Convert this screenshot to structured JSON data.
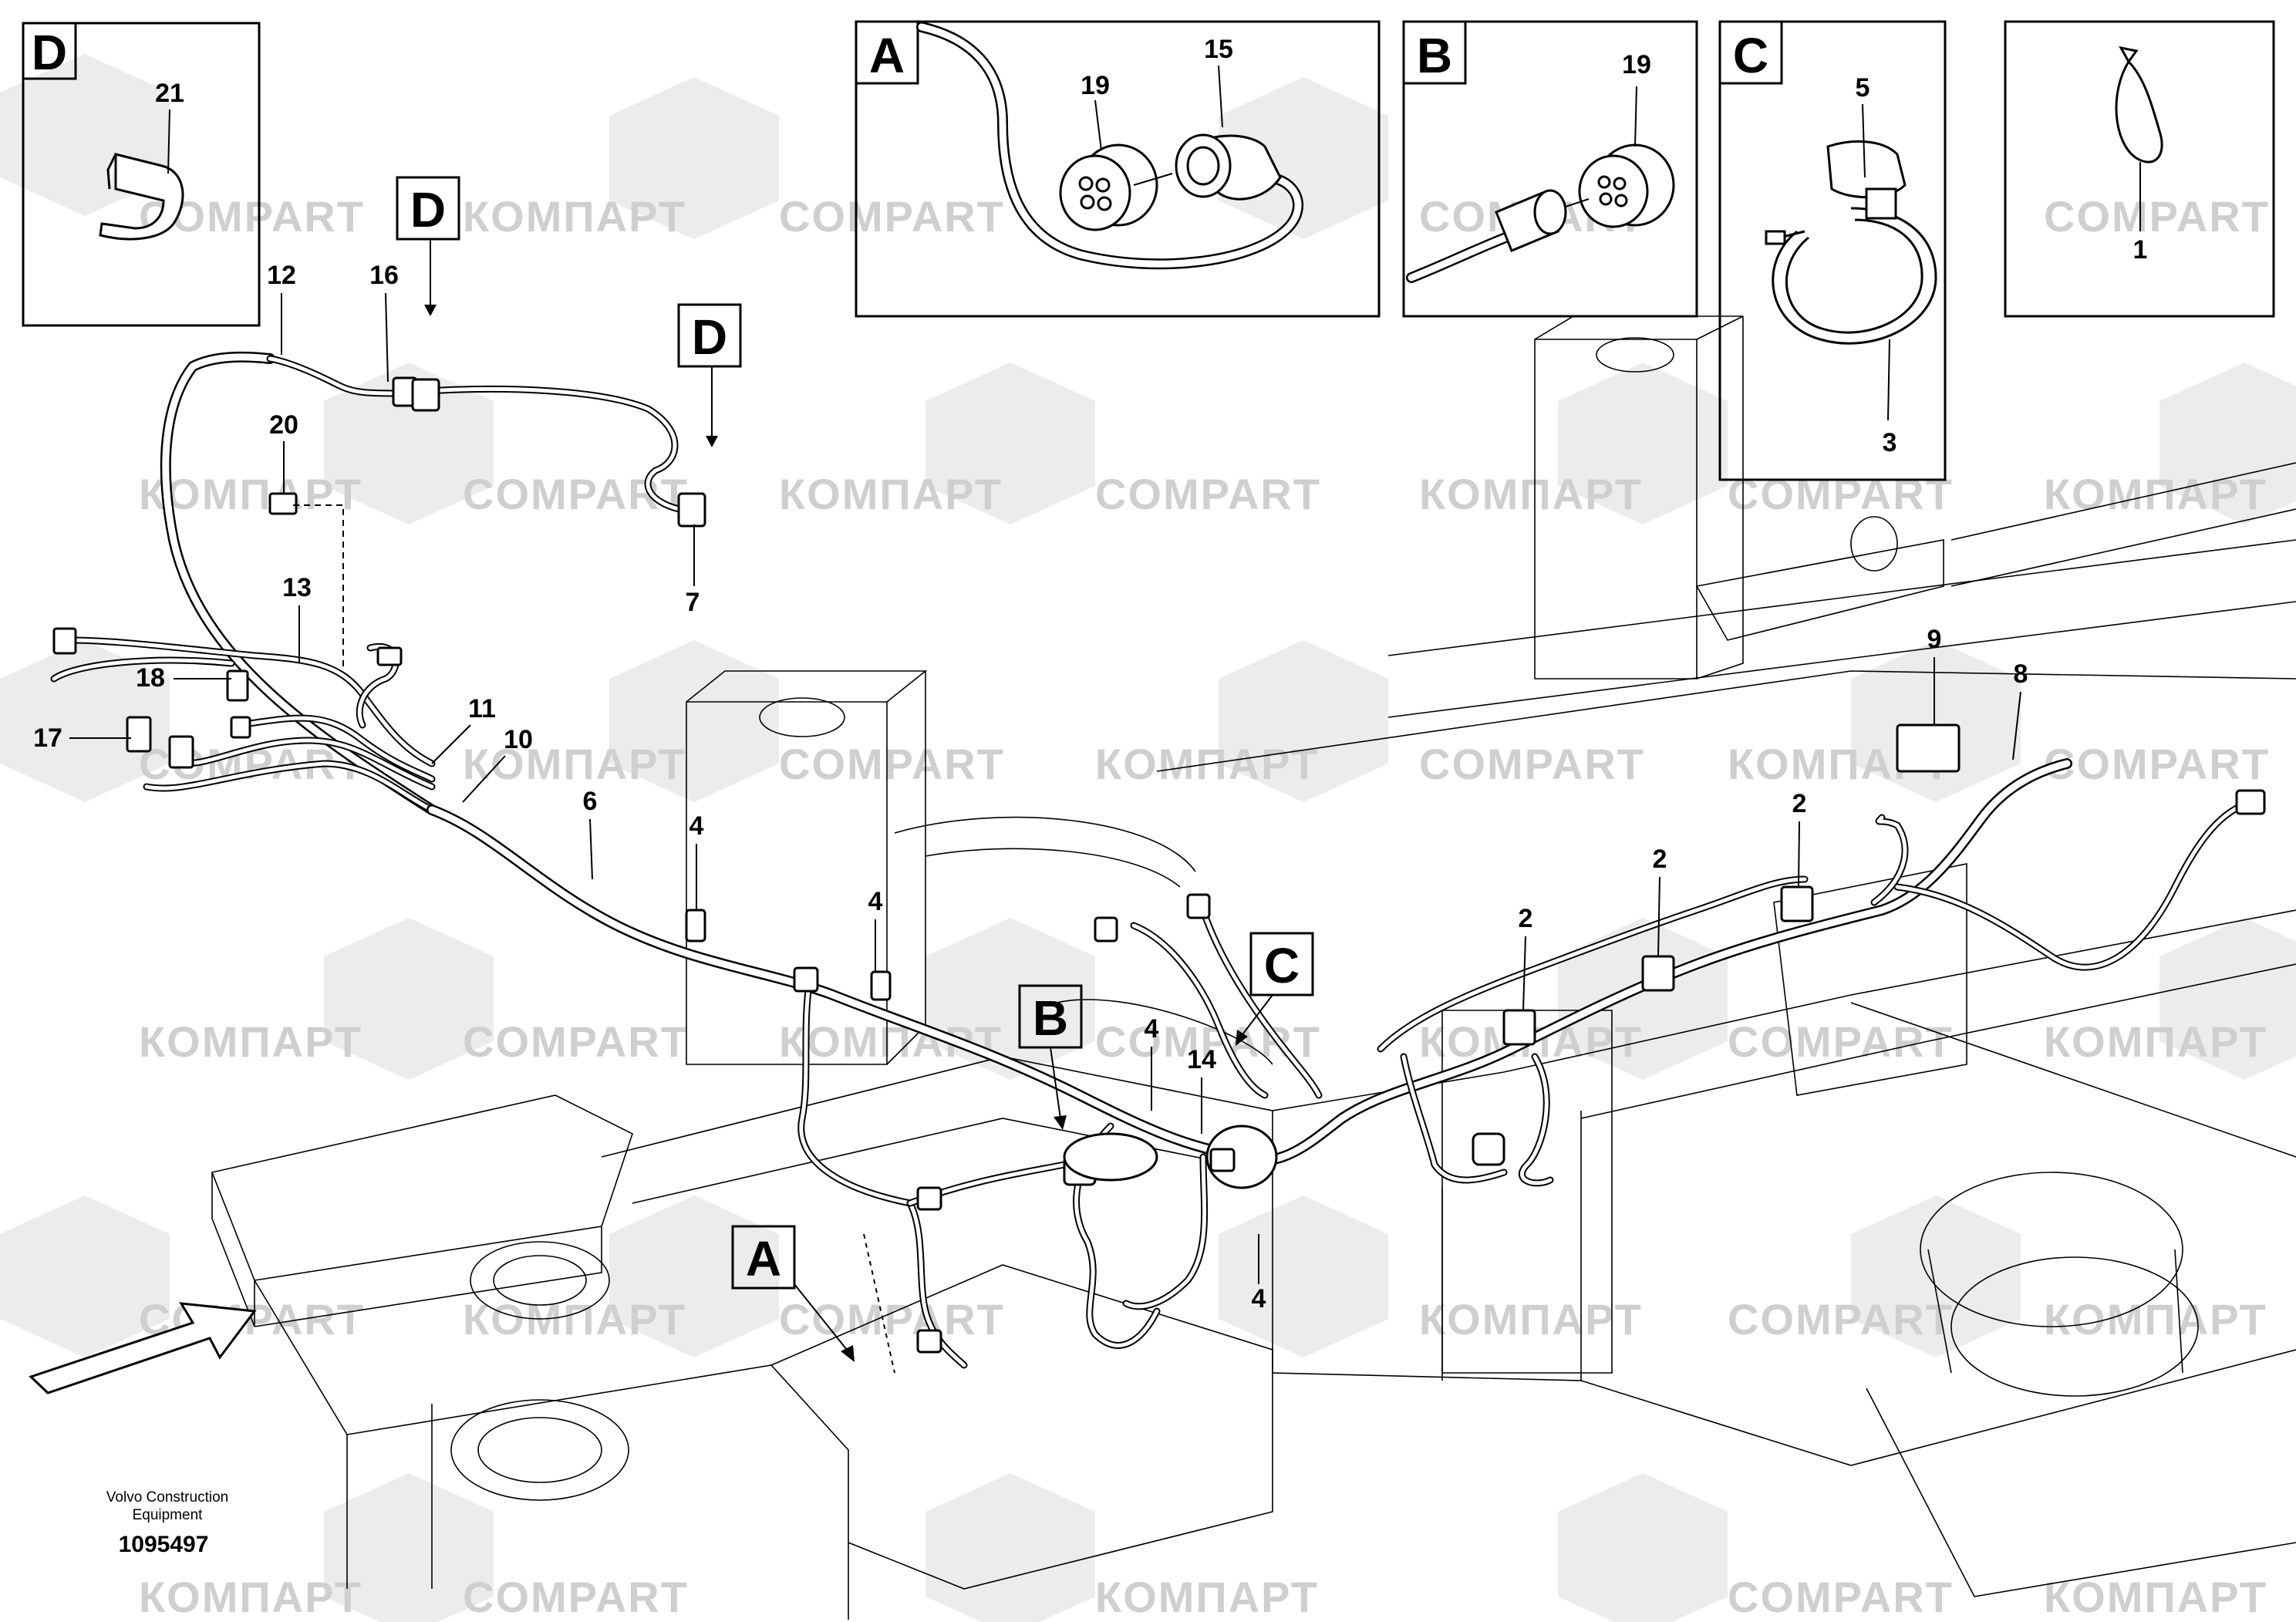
{
  "diagram": {
    "watermark_latin": "COMPART",
    "watermark_cyrillic": "КОМПАРТ",
    "footer": {
      "line1": "Volvo Construction",
      "line2": "Equipment",
      "number": "1095497"
    },
    "detail_views": {
      "A": {
        "letter": "A",
        "callouts": [
          "19",
          "15"
        ]
      },
      "B": {
        "letter": "B",
        "callouts": [
          "19"
        ]
      },
      "C": {
        "letter": "C",
        "callouts": [
          "5",
          "3"
        ]
      },
      "E": {
        "callouts": [
          "1"
        ]
      },
      "D": {
        "letter": "D",
        "callouts": [
          "21"
        ]
      }
    },
    "main_view_refs": {
      "D1": "D",
      "D2": "D",
      "A": "A",
      "B": "B",
      "C": "C"
    },
    "callouts": {
      "c12": "12",
      "c16": "16",
      "c20": "20",
      "c7": "7",
      "c13": "13",
      "c18": "18",
      "c17": "17",
      "c11": "11",
      "c10": "10",
      "c6": "6",
      "c4a": "4",
      "c4b": "4",
      "c4c": "4",
      "c4d": "4",
      "c14": "14",
      "c2a": "2",
      "c2b": "2",
      "c2c": "2",
      "c9": "9",
      "c8": "8"
    }
  }
}
